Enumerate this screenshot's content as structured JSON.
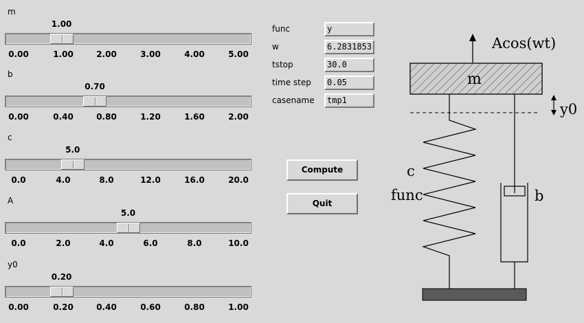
{
  "sliders": [
    {
      "label": "m",
      "value": "1.00",
      "fraction": 0.2,
      "ticks": [
        "0.00",
        "1.00",
        "2.00",
        "3.00",
        "4.00",
        "5.00"
      ]
    },
    {
      "label": "b",
      "value": "0.70",
      "fraction": 0.35,
      "ticks": [
        "0.00",
        "0.40",
        "0.80",
        "1.20",
        "1.60",
        "2.00"
      ]
    },
    {
      "label": "c",
      "value": "5.0",
      "fraction": 0.25,
      "ticks": [
        "0.0",
        "4.0",
        "8.0",
        "12.0",
        "16.0",
        "20.0"
      ]
    },
    {
      "label": "A",
      "value": "5.0",
      "fraction": 0.5,
      "ticks": [
        "0.0",
        "2.0",
        "4.0",
        "6.0",
        "8.0",
        "10.0"
      ]
    },
    {
      "label": "y0",
      "value": "0.20",
      "fraction": 0.2,
      "ticks": [
        "0.00",
        "0.20",
        "0.40",
        "0.60",
        "0.80",
        "1.00"
      ]
    }
  ],
  "params": [
    {
      "label": "func",
      "value": "y"
    },
    {
      "label": "w",
      "value": "6.2831853"
    },
    {
      "label": "tstop",
      "value": "30.0"
    },
    {
      "label": "time step",
      "value": "0.05"
    },
    {
      "label": "casename",
      "value": "tmp1"
    }
  ],
  "buttons": {
    "compute": "Compute",
    "quit": "Quit"
  },
  "figure": {
    "force_label": "Acos(wt)",
    "mass_label": "m",
    "disp_label": "y0",
    "spring_label": "c",
    "spring_func_label": "func",
    "damper_label": "b"
  }
}
